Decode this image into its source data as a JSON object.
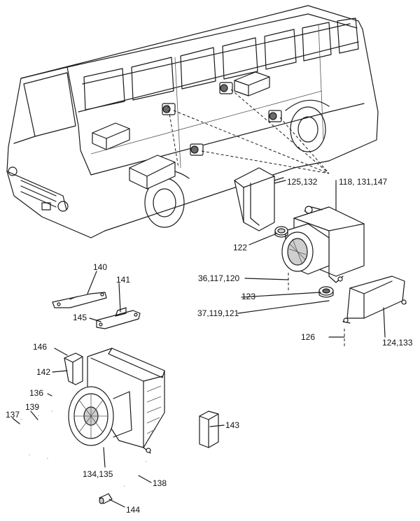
{
  "labels": {
    "l140": "140",
    "l141": "141",
    "l145": "145",
    "l125": "125,132",
    "l118": "118, 131,147",
    "l122": "122",
    "l36": "36,117,120",
    "l123": "123",
    "l37": "37,119,121",
    "l126": "126",
    "l124": "124,133",
    "l146": "146",
    "l142": "142",
    "l136": "136",
    "l137": "137",
    "l139": "139",
    "l143": "143",
    "l134": "134,135",
    "l138": "138",
    "l144": "144"
  }
}
